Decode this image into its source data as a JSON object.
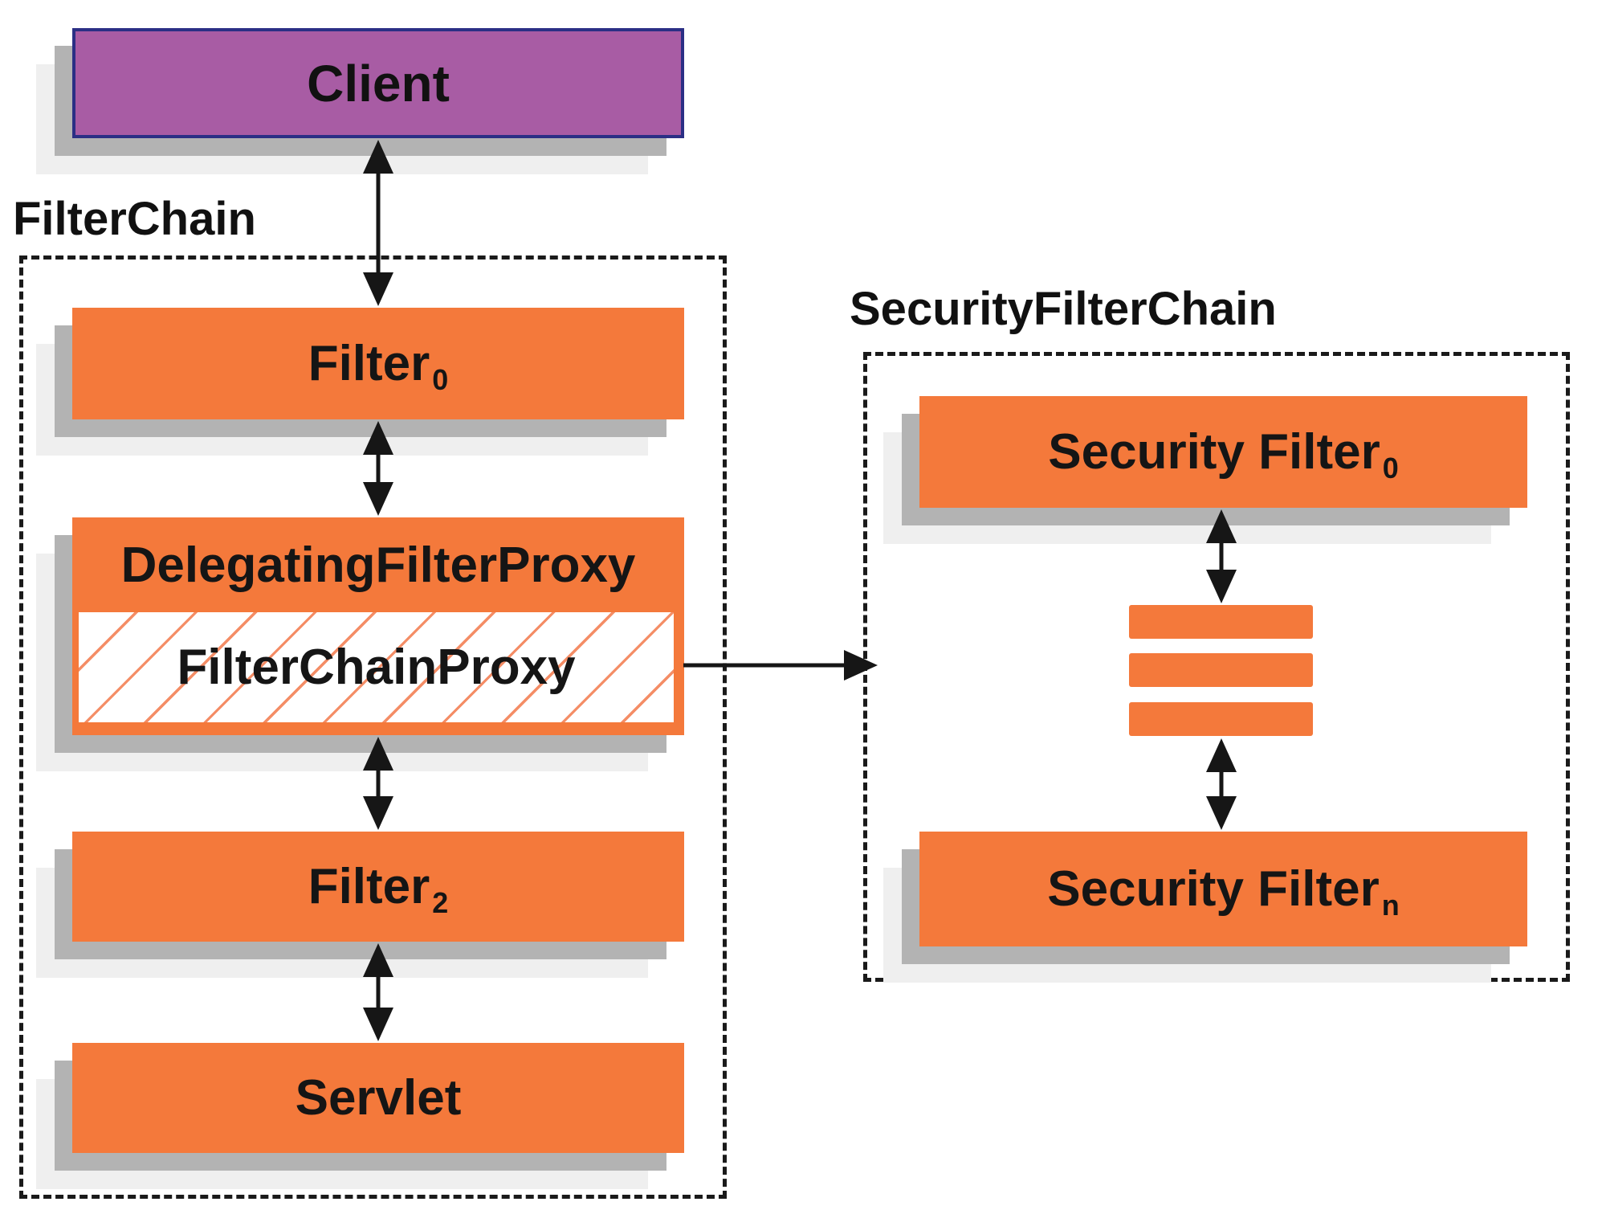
{
  "diagram": {
    "background": "#FFFFFF",
    "client": {
      "label": "Client"
    },
    "filter_chain": {
      "title": "FilterChain",
      "filter0": {
        "text": "Filter",
        "sub": "0"
      },
      "delegating_filter_proxy": {
        "label": "DelegatingFilterProxy"
      },
      "filter_chain_proxy": {
        "label": "FilterChainProxy"
      },
      "filter2": {
        "text": "Filter",
        "sub": "2"
      },
      "servlet": {
        "label": "Servlet"
      }
    },
    "security_filter_chain": {
      "title": "SecurityFilterChain",
      "security_filter_0": {
        "text": "Security Filter",
        "sub": "0"
      },
      "ellipsis_bar_count": 3,
      "security_filter_n": {
        "text": "Security Filter",
        "sub": "n"
      }
    },
    "colors": {
      "node_orange": "#F4793B",
      "hatch_orange": "#F4875E",
      "client_purple": "#A85CA4",
      "client_border_navy": "#2B2F85",
      "arrow_black": "#161616",
      "dash_black": "#1A1A1A",
      "shadow_gray": "#B3B3B3",
      "shadow_light": "#EFEFEF"
    }
  }
}
